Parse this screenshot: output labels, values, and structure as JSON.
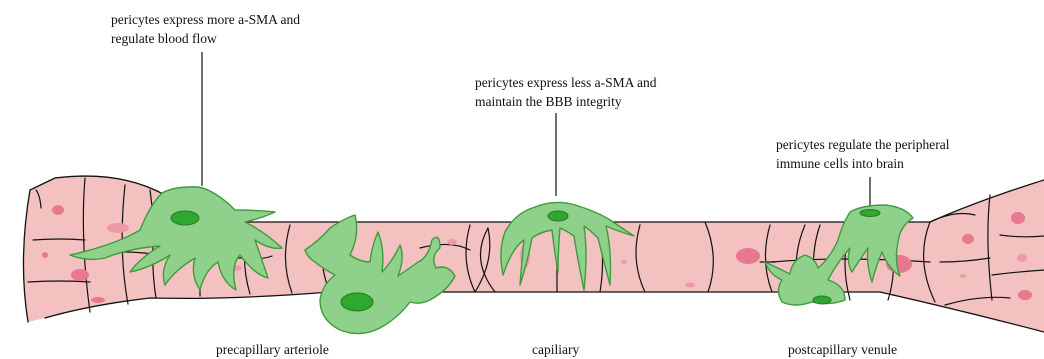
{
  "annotations": {
    "arteriole_function": [
      "pericytes express more a-SMA and",
      "regulate blood flow"
    ],
    "capillary_function": [
      "pericytes express less a-SMA and",
      "maintain the BBB integrity"
    ],
    "venule_function": [
      "pericytes regulate the peripheral",
      "immune cells into brain"
    ]
  },
  "segments": {
    "arteriole": "precapillary arteriole",
    "capillary": "capiliary",
    "venule": "postcapillary venule"
  },
  "colors": {
    "vessel": "#f4c1c1",
    "pericyte": "#8fd18a",
    "pericyte_outline": "#3e9b3f",
    "pericyte_nucleus": "#2fa82f",
    "endothelial_nucleus": "#e9788e"
  }
}
